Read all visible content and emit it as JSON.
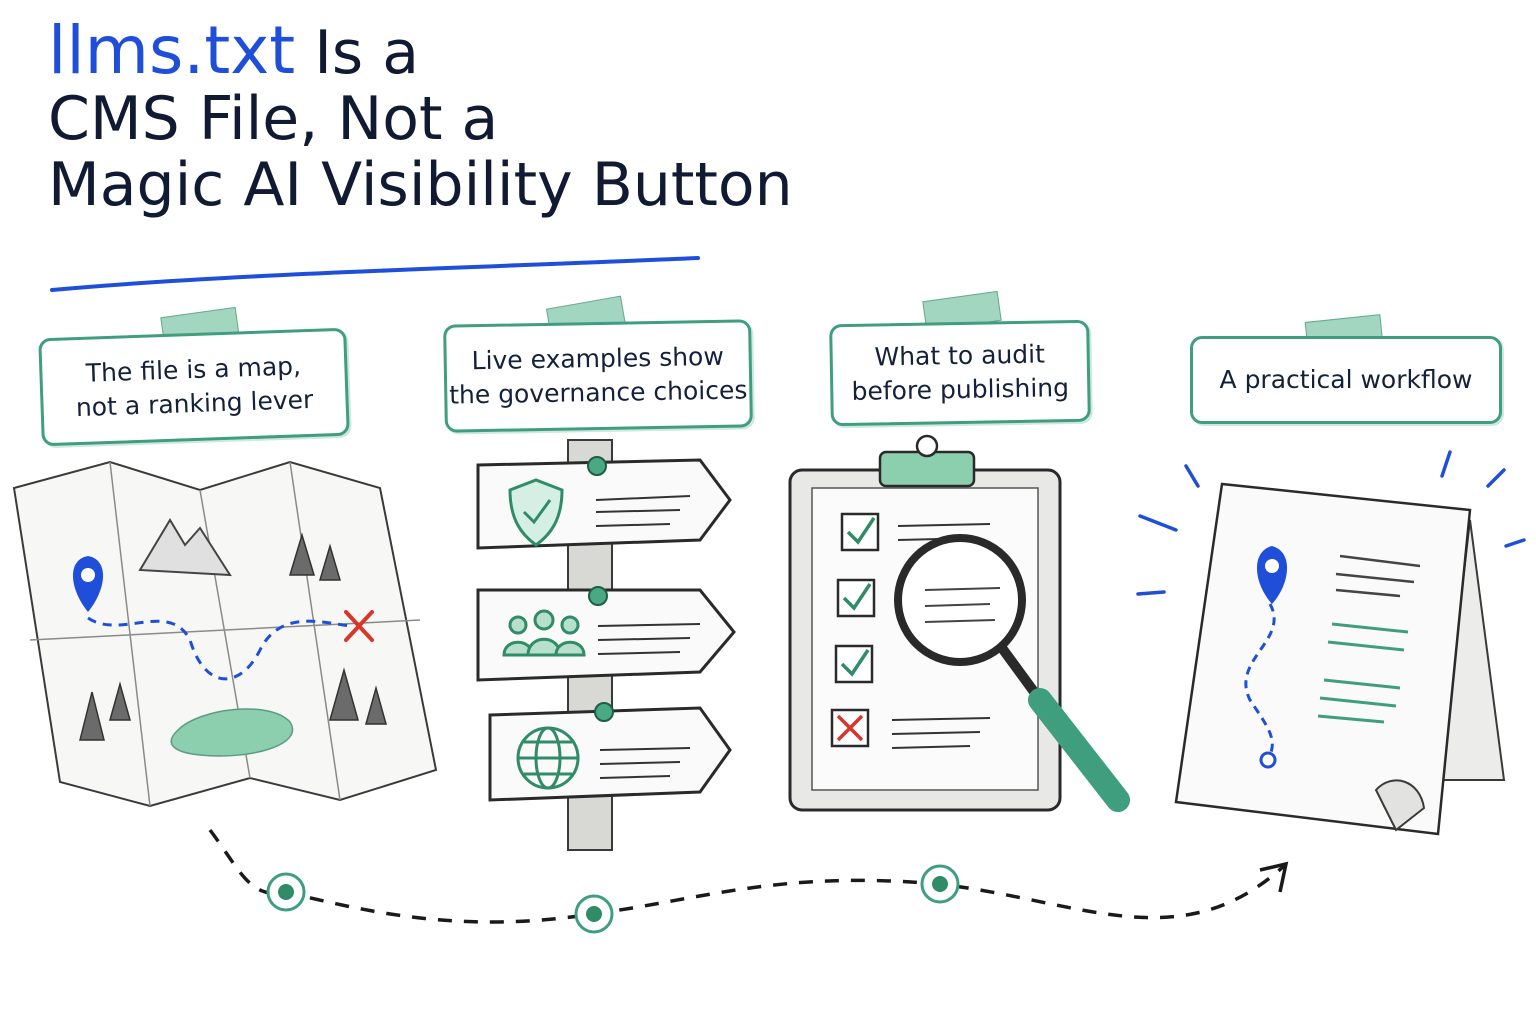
{
  "title": {
    "highlight": "llms.txt",
    "rest": " Is a\nCMS File, Not a\nMagic AI Visibility Button"
  },
  "cards": [
    {
      "text": "The file is a map,\nnot a ranking lever"
    },
    {
      "text": "Live examples show\nthe governance choices"
    },
    {
      "text": "What to audit\nbefore publishing"
    },
    {
      "text": "A practical workflow"
    }
  ],
  "colors": {
    "accent_blue": "#1f4fd8",
    "accent_green": "#3f9e7d",
    "ink": "#14213a",
    "error_red": "#d9362b"
  },
  "icons": [
    "map-pin-icon",
    "shield-check-icon",
    "people-icon",
    "globe-icon",
    "checkbox-check-icon",
    "checkbox-x-icon",
    "magnifier-icon",
    "arrow-icon"
  ]
}
